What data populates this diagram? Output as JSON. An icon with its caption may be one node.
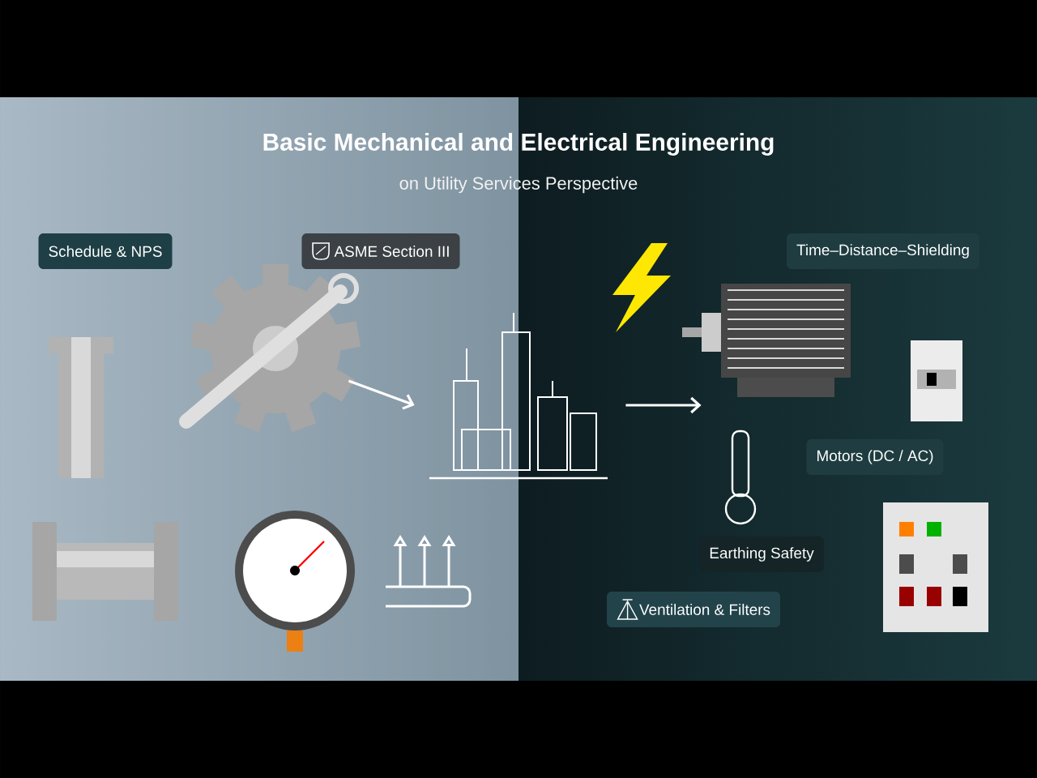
{
  "diagram": {
    "title": "Basic Mechanical and Electrical Engineering",
    "nodes": [
      {
        "text": [
          "Schedule & NPS"
        ]
      },
      {
        "text": [
          "ASME Section III"
        ]
      },
      {
        "text": [
          "Time–Distance–Shielding"
        ]
      },
      {
        "text": [
          "Motors (DC / AC)"
        ]
      },
      {
        "text": [
          "Earthing Safety"
        ]
      },
      {
        "text": [
          "Ventilation & Filters"
        ]
      },
      {
        "text": [],
        "shape": "picture"
      },
      {
        "text": [],
        "shape": "picture"
      },
      {
        "text": [],
        "shape": "picture"
      }
    ],
    "edges": [
      {
        "from": 6,
        "to": 7,
        "arrow": "to"
      },
      {
        "from": 7,
        "to": 8,
        "arrow": "to"
      }
    ],
    "labels": [
      "on Utility Services Perspective"
    ]
  }
}
